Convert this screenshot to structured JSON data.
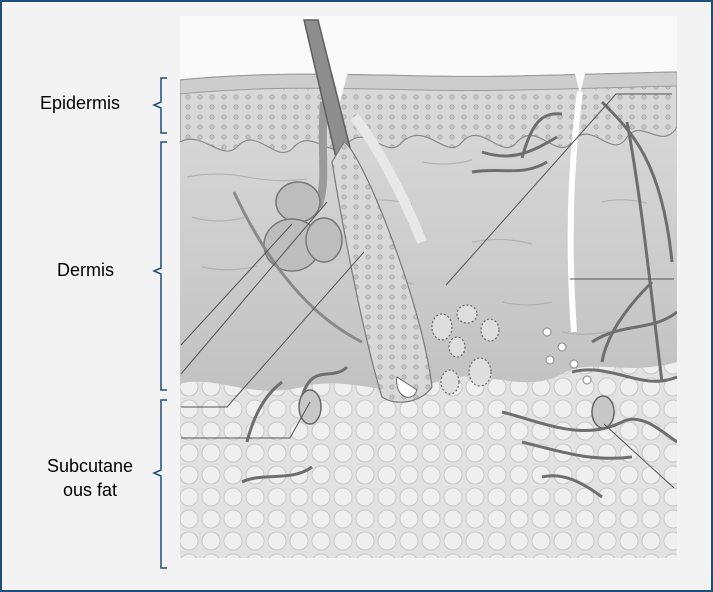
{
  "layers": {
    "epidermis": "Epidermis",
    "dermis": "Dermis",
    "subcutaneous": "Subcutane\nous fat"
  },
  "colors": {
    "frame": "#1f4e79",
    "background": "#f3f3f3",
    "dermis": "#c9c9c9",
    "epidermis": "#d3d3d3",
    "fat": "#e4e4e4",
    "vessels": "#6e6e6e",
    "leaders": "#555555"
  },
  "pointers": [
    "sweat-gland",
    "sebaceous-gland",
    "hair-shaft",
    "arrector-pili",
    "nerve-ending",
    "epidermis-top",
    "sensory-nerve",
    "blood-vessels",
    "fat-lobule"
  ]
}
